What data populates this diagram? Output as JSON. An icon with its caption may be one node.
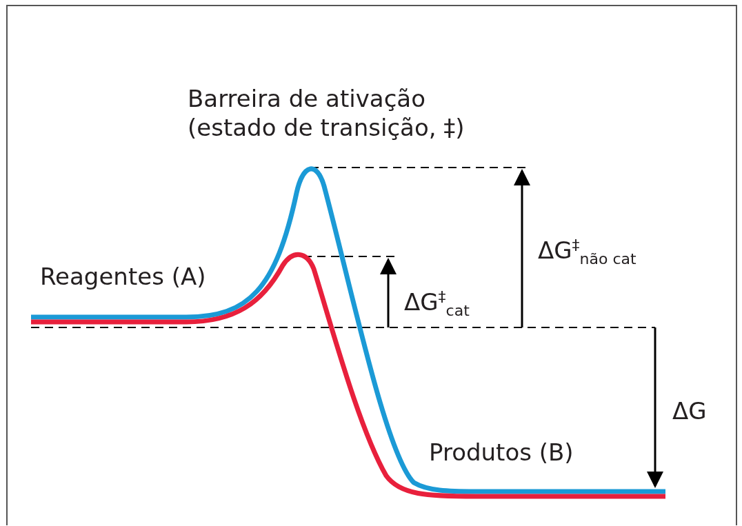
{
  "diagram": {
    "labels": [
      "Barreira de ativação (estado de transição, ‡)",
      "ΔG$^{‡}$$_{não cat}$",
      "Reagentes (A)",
      "ΔG$^{‡}$$_{cat}$",
      "ΔG",
      "Produtos (B)"
    ]
  }
}
